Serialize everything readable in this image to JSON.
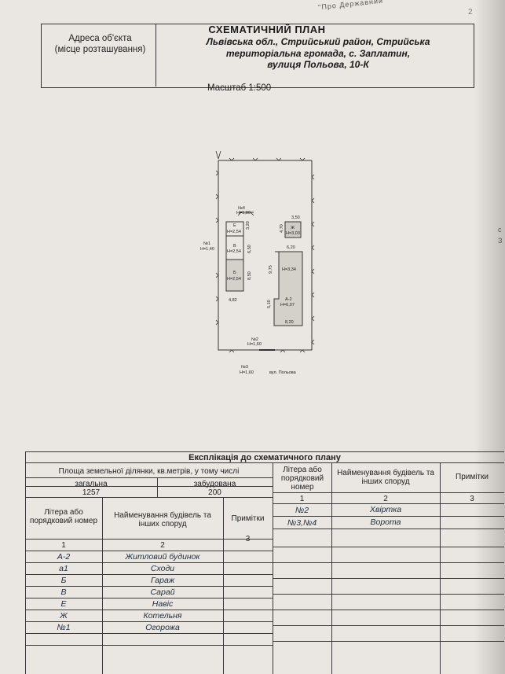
{
  "header": {
    "corner_text": "\"Про Державний",
    "page_number": "2",
    "title": "СХЕМАТИЧНИЙ ПЛАН",
    "address_label_1": "Адреса об'єкта",
    "address_label_2": "(місце розташування)",
    "address_line_1": "Львівська обл., Стрийський район, Стрийська",
    "address_line_2": "територіальна громада, с. Заплатин,",
    "address_line_3": "вулиця   Польова, 10-К",
    "scale": "Масштаб 1:500"
  },
  "margin_marks": [
    "с",
    "З"
  ],
  "plan": {
    "label_n4": "№4",
    "label_n4_h": "H=1,80",
    "label_n1": "№1",
    "label_n1_h": "H=1,40",
    "label_n2": "№2",
    "label_n2_h": "H=1,60",
    "label_n3": "№3",
    "label_n3_h": "H=1,60",
    "street": "вул. Польова",
    "e_label": "Е",
    "e_h": "H=2,54",
    "v_label": "В",
    "v_h": "H=2,54",
    "b_label": "Б",
    "b_h": "H=2,54",
    "zh_label": "Ж",
    "zh_h": "H=3,03",
    "a_h": "H=3,34",
    "a2_label": "А-2",
    "a2_h": "H=6,07",
    "dim_320": "3,20",
    "dim_650": "6,50",
    "dim_850": "8,50",
    "dim_482": "4,82",
    "dim_350": "3,50",
    "dim_470": "4,70",
    "dim_620": "6,20",
    "dim_975": "9,75",
    "dim_510": "5,10",
    "dim_820": "8,20"
  },
  "explication": {
    "title": "Експлікація до схематичного плану",
    "area_header": "Площа земельної ділянки, кв.метрів, у тому числі",
    "total_header": "загальна",
    "built_header": "забудована",
    "total_value": "1257",
    "built_value": "200",
    "col_letter": "Літера або порядковий номер",
    "col_name": "Найменування будівель та інших споруд",
    "col_note": "Примітки",
    "num_1": "1",
    "num_2": "2",
    "num_3": "3",
    "left_rows": [
      {
        "letter": "А-2",
        "name": "Житловий будинок"
      },
      {
        "letter": "а1",
        "name": "Сходи"
      },
      {
        "letter": "Б",
        "name": "Гараж"
      },
      {
        "letter": "В",
        "name": "Сарай"
      },
      {
        "letter": "Е",
        "name": "Навіс"
      },
      {
        "letter": "Ж",
        "name": "Котельня"
      },
      {
        "letter": "№1",
        "name": "Огорожа"
      }
    ],
    "right_rows": [
      {
        "letter": "№2",
        "name": "Хвіртка"
      },
      {
        "letter": "№3,№4",
        "name": "Ворота"
      }
    ]
  }
}
